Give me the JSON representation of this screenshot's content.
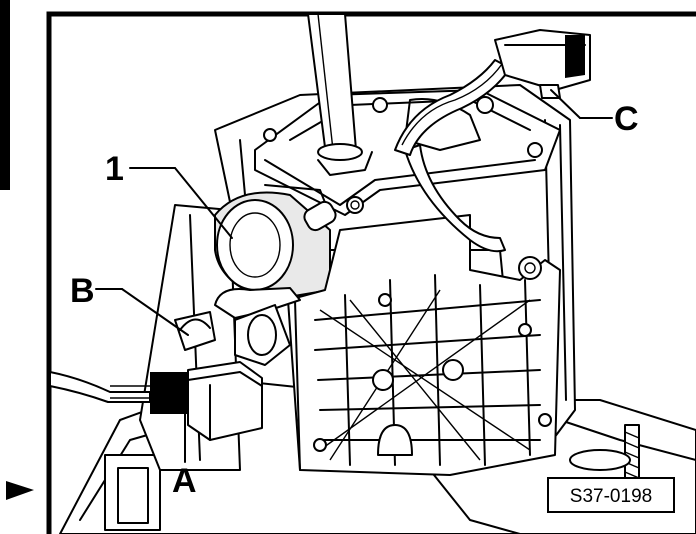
{
  "figure_id": "S37-0198",
  "callouts": {
    "one": "1",
    "a": "A",
    "b": "B",
    "c": "C"
  },
  "icons": {
    "marker": "right-pointing-triangle"
  }
}
